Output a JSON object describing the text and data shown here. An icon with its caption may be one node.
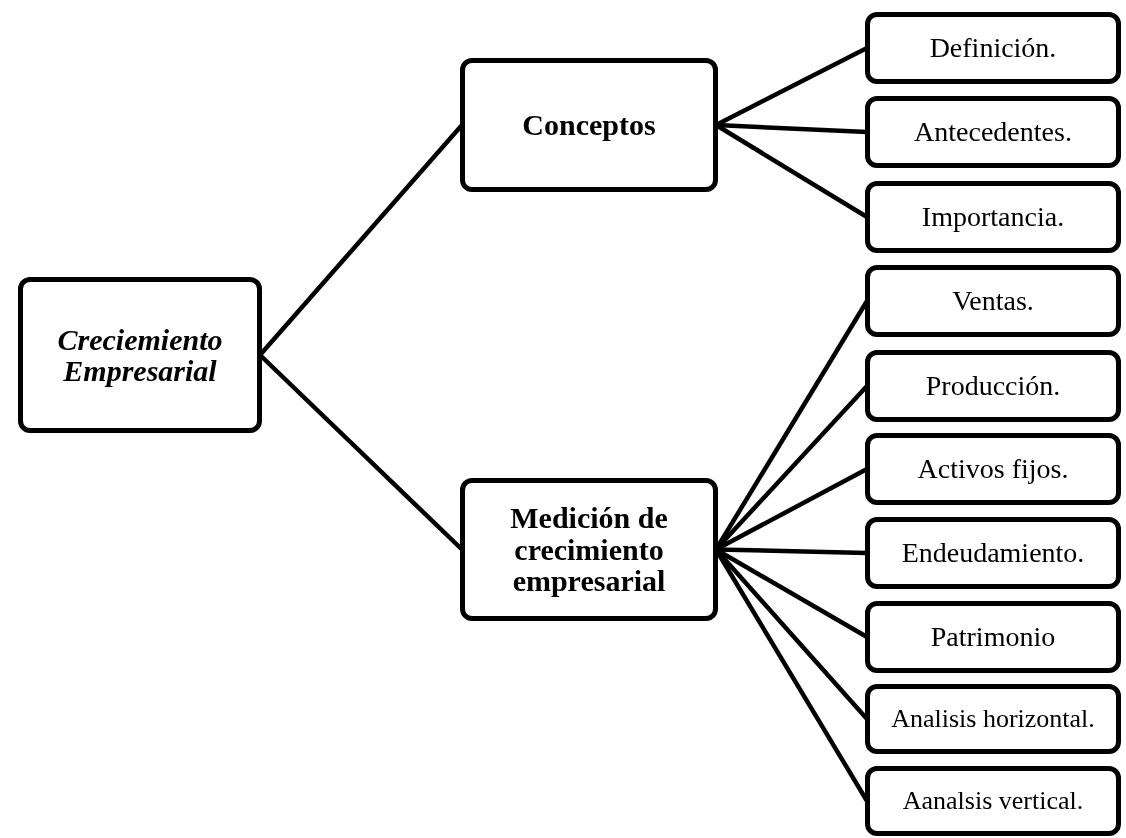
{
  "diagram": {
    "nodes": [
      {
        "text": [
          "Creciemiento Empresarial"
        ]
      },
      {
        "text": [
          "Conceptos"
        ]
      },
      {
        "text": [
          "Definición."
        ]
      },
      {
        "text": [
          "Antecedentes."
        ]
      },
      {
        "text": [
          "Importancia."
        ]
      },
      {
        "text": [
          "Medición de crecimiento empresarial"
        ]
      },
      {
        "text": [
          "Ventas."
        ]
      },
      {
        "text": [
          "Producción."
        ]
      },
      {
        "text": [
          "Activos fijos."
        ]
      },
      {
        "text": [
          "Endeudamiento."
        ]
      },
      {
        "text": [
          "Patrimonio"
        ]
      },
      {
        "text": [
          "Analisis horizontal."
        ]
      },
      {
        "text": [
          "Aanalsis vertical."
        ]
      }
    ],
    "edges": [
      {
        "from": 0,
        "to": 1,
        "arrow": "none"
      },
      {
        "from": 0,
        "to": 5,
        "arrow": "none"
      },
      {
        "from": 1,
        "to": 2,
        "arrow": "none"
      },
      {
        "from": 1,
        "to": 3,
        "arrow": "none"
      },
      {
        "from": 1,
        "to": 4,
        "arrow": "none"
      },
      {
        "from": 5,
        "to": 6,
        "arrow": "none"
      },
      {
        "from": 5,
        "to": 7,
        "arrow": "none"
      },
      {
        "from": 5,
        "to": 8,
        "arrow": "none"
      },
      {
        "from": 5,
        "to": 9,
        "arrow": "none"
      },
      {
        "from": 5,
        "to": 10,
        "arrow": "none"
      },
      {
        "from": 5,
        "to": 11,
        "arrow": "none"
      },
      {
        "from": 5,
        "to": 12,
        "arrow": "none"
      }
    ]
  }
}
